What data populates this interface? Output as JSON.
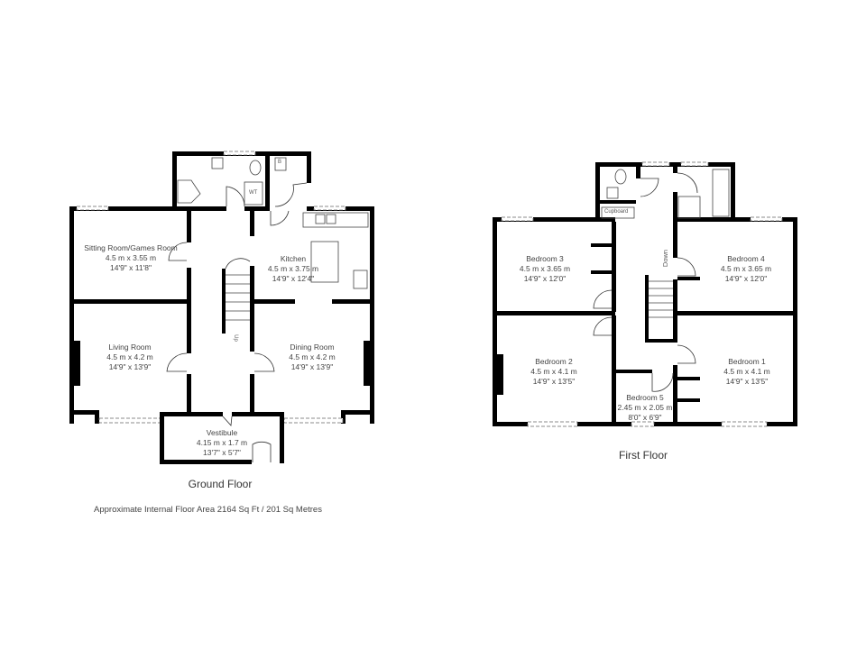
{
  "ground_floor": {
    "title": "Ground Floor",
    "rooms": [
      {
        "name": "Sitting Room/Games Room",
        "metric": "4.5 m x 3.55 m",
        "imperial": "14'9\" x 11'8\""
      },
      {
        "name": "Kitchen",
        "metric": "4.5 m x 3.75 m",
        "imperial": "14'9\" x 12'4\""
      },
      {
        "name": "Living Room",
        "metric": "4.5 m x 4.2 m",
        "imperial": "14'9\" x 13'9\""
      },
      {
        "name": "Dining Room",
        "metric": "4.5 m x 4.2 m",
        "imperial": "14'9\" x 13'9\""
      },
      {
        "name": "Vestibule",
        "metric": "4.15 m x 1.7 m",
        "imperial": "13'7\" x 5'7\""
      }
    ],
    "labels": {
      "stairs": "Up",
      "wc": "WT",
      "boiler": "B"
    }
  },
  "first_floor": {
    "title": "First Floor",
    "rooms": [
      {
        "name": "Bedroom 3",
        "metric": "4.5 m x 3.65 m",
        "imperial": "14'9\" x 12'0\""
      },
      {
        "name": "Bedroom 4",
        "metric": "4.5 m x 3.65 m",
        "imperial": "14'9\" x 12'0\""
      },
      {
        "name": "Bedroom 2",
        "metric": "4.5 m x 4.1 m",
        "imperial": "14'9\" x 13'5\""
      },
      {
        "name": "Bedroom 1",
        "metric": "4.5 m x 4.1 m",
        "imperial": "14'9\" x 13'5\""
      },
      {
        "name": "Bedroom 5",
        "metric": "2.45 m x 2.05 m",
        "imperial": "8'0\" x 6'9\""
      }
    ],
    "labels": {
      "stairs": "Down",
      "cupboard": "Cupboard"
    }
  },
  "footer": {
    "area_text": "Approximate Internal Floor Area 2164 Sq Ft / 201 Sq Metres"
  }
}
